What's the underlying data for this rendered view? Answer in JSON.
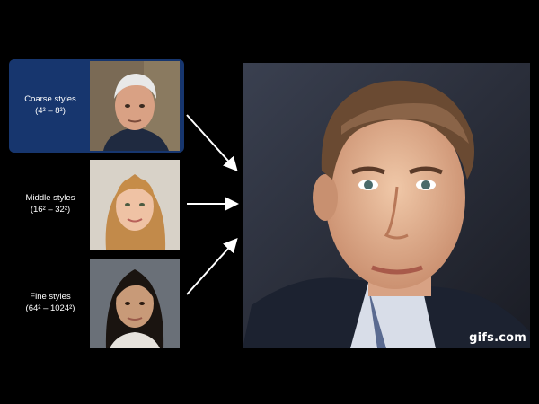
{
  "rows": [
    {
      "title": "Coarse styles",
      "range": "(4² – 8²)"
    },
    {
      "title": "Middle styles",
      "range": "(16² – 32²)"
    },
    {
      "title": "Fine styles",
      "range": "(64² – 1024²)"
    }
  ],
  "watermark": "gifs.com",
  "colors": {
    "background": "#000000",
    "highlight": "#17366e",
    "arrow": "#ffffff"
  }
}
